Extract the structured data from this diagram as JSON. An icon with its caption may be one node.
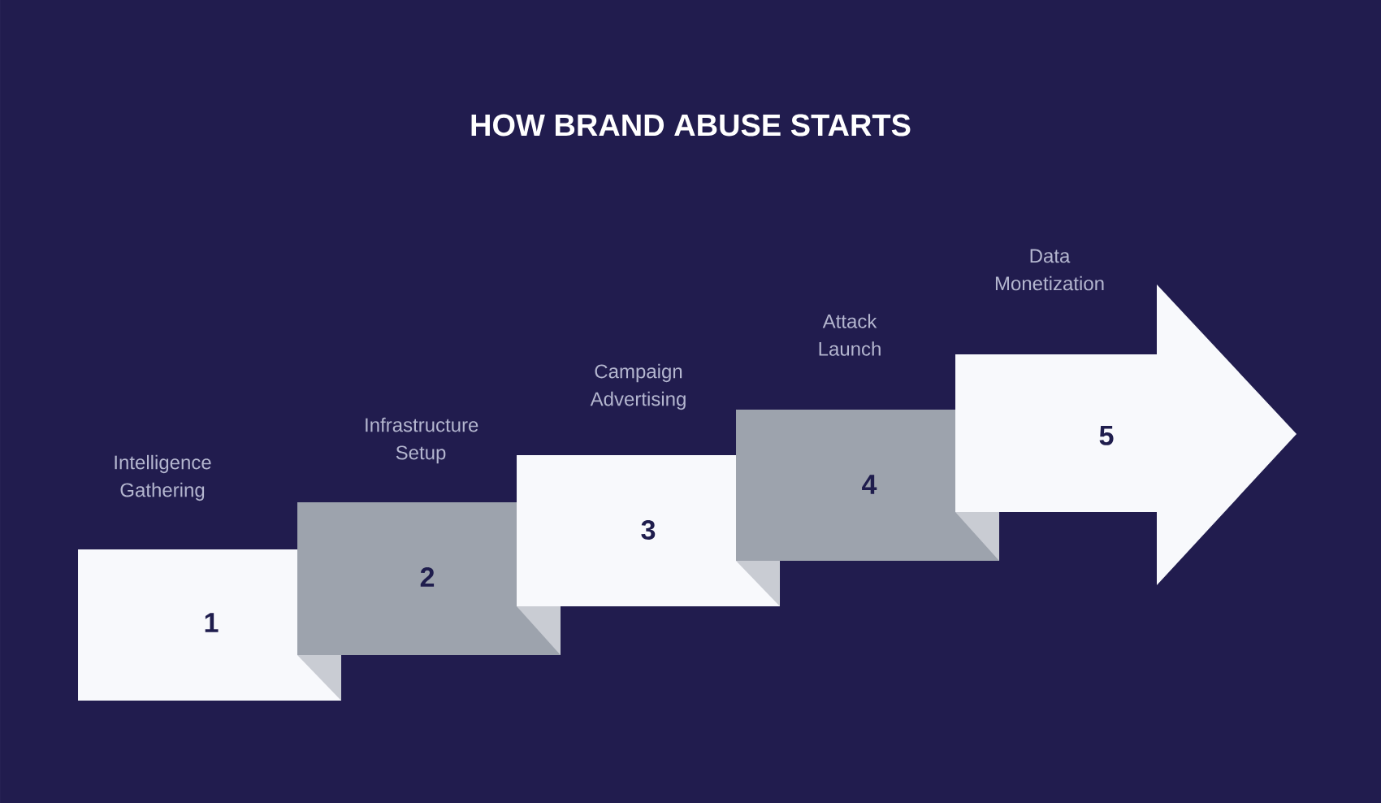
{
  "diagram": {
    "title": "HOW BRAND ABUSE STARTS",
    "nodes": [
      {
        "text": [
          "Intelligence Gathering",
          "1"
        ]
      },
      {
        "text": [
          "Infrastructure Setup",
          "2"
        ]
      },
      {
        "text": [
          "Campaign Advertising",
          "3"
        ]
      },
      {
        "text": [
          "Attack Launch",
          "4"
        ]
      },
      {
        "text": [
          "Data Monetization",
          "5"
        ]
      }
    ],
    "edges": []
  }
}
